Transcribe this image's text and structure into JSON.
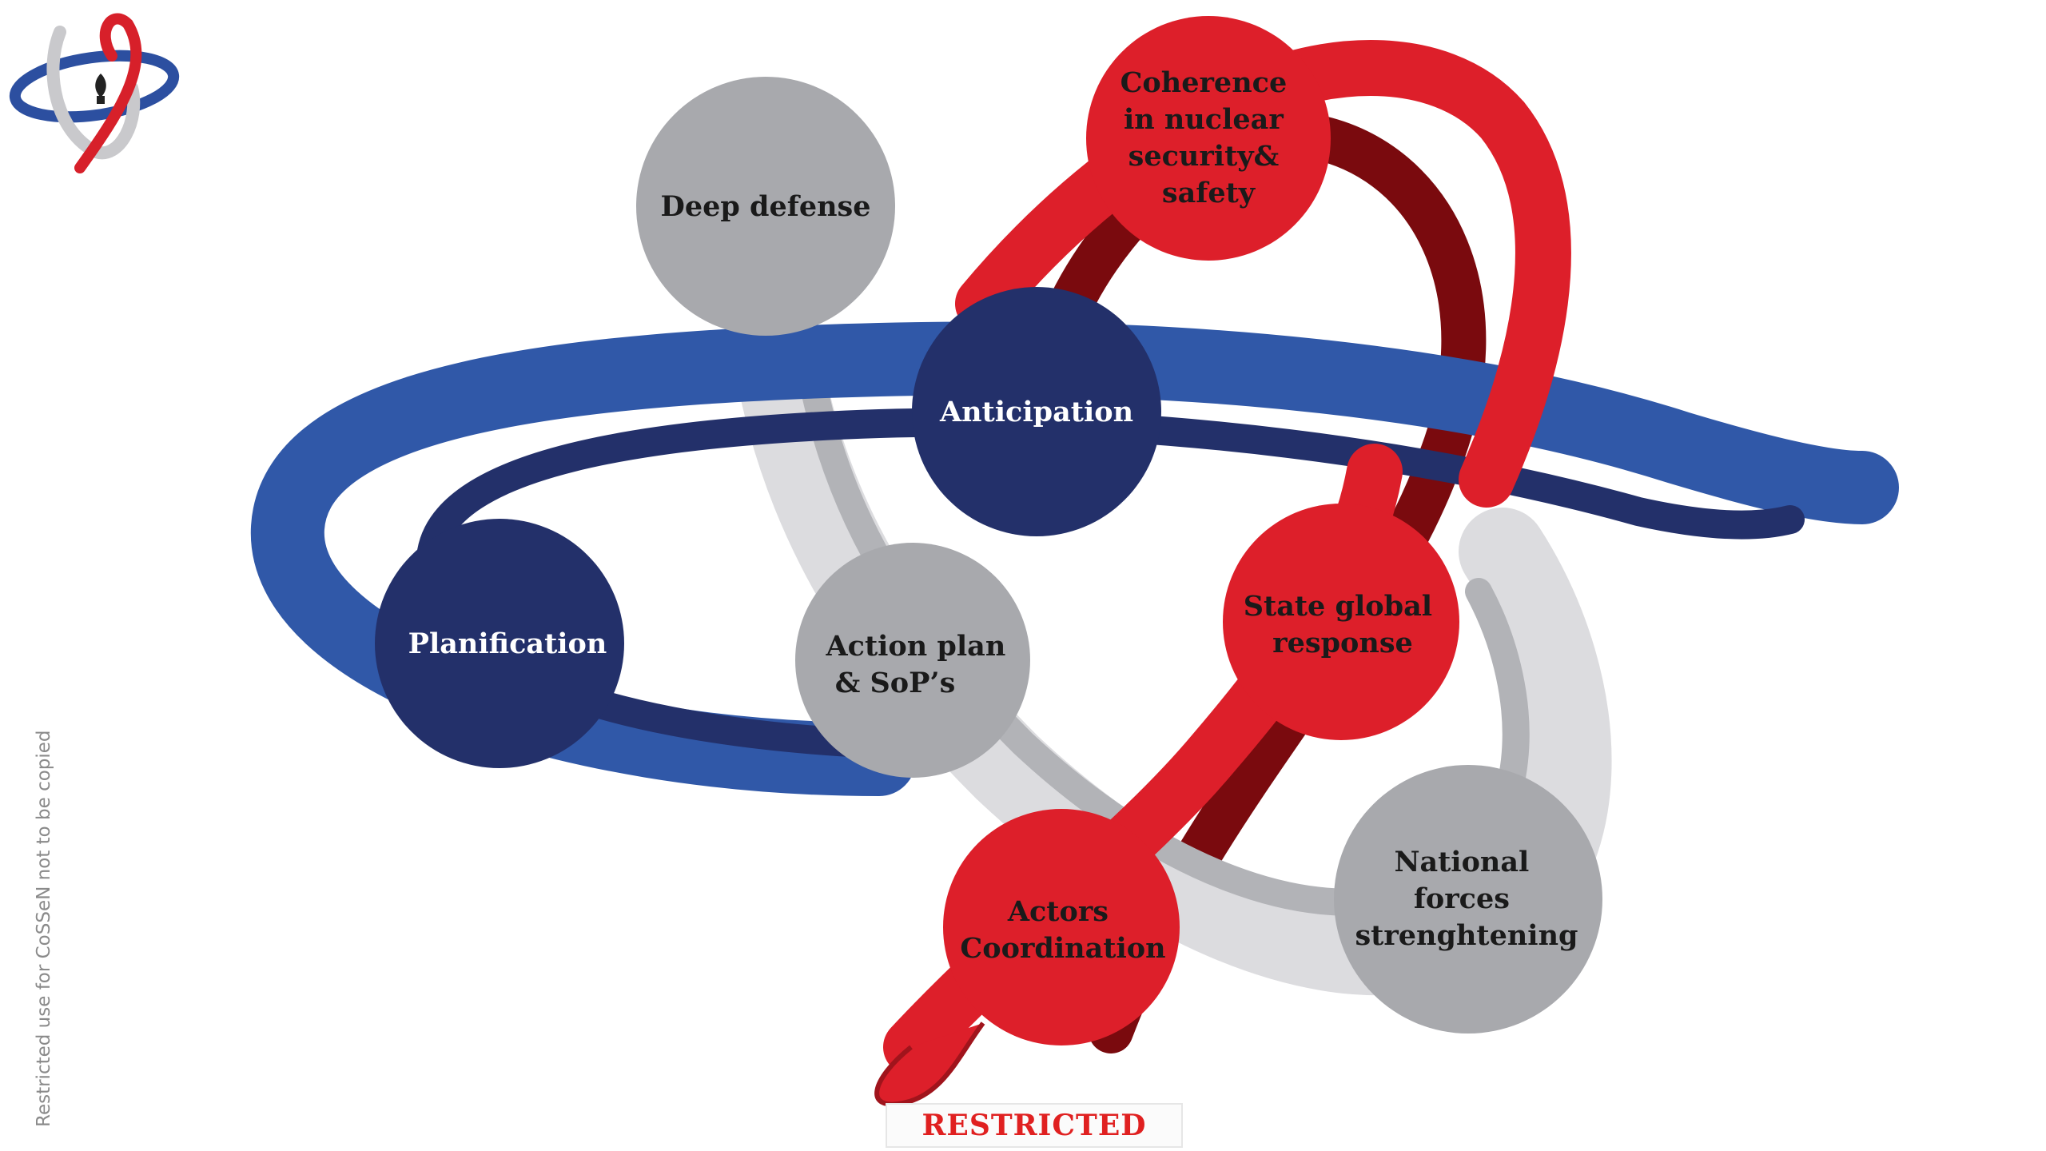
{
  "nodes": {
    "deep_defense": [
      "Deep defense"
    ],
    "anticipation": [
      "Anticipation"
    ],
    "coherence": [
      "Coherence",
      "in nuclear",
      "security&",
      "safety"
    ],
    "planification": [
      "Planification"
    ],
    "action_plan": [
      "Action plan",
      "& SoP’s"
    ],
    "state_response": [
      "State global",
      "response"
    ],
    "actors": [
      "Actors",
      "Coordination"
    ],
    "national_forces": [
      "National",
      "forces",
      "strenghtening"
    ]
  },
  "footer": {
    "restricted_label": "RESTRICTED",
    "side_note": "Restricted use for CoSSeN not to be copied"
  },
  "colors": {
    "navy": "#23306a",
    "blue": "#3058a8",
    "red": "#dd1f2a",
    "dark_red": "#7a0a0e",
    "gray": "#a8a9ad",
    "light_gray": "#dcdcdf",
    "white_text": "#ffffff",
    "dark_text": "#1a1a1a"
  },
  "logo": {
    "icon": "atom-emblem-icon"
  }
}
